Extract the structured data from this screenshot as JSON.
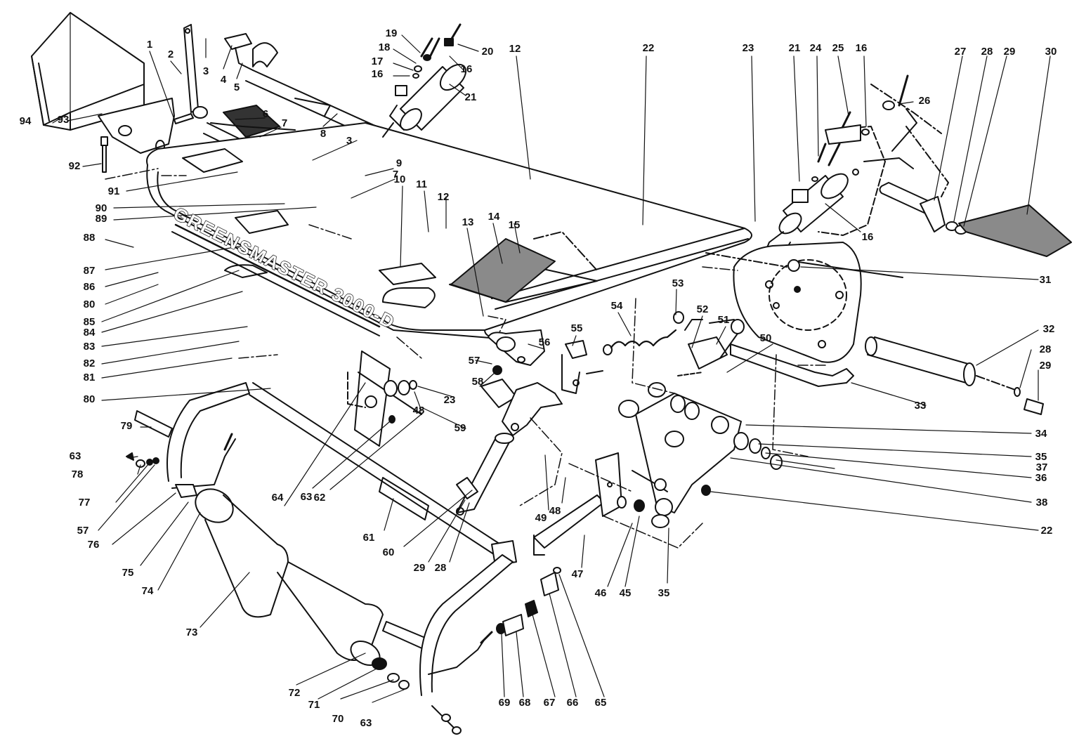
{
  "diagram": {
    "wordmark": "GREENSMASTER 3000-D",
    "colors": {
      "ink": "#111111",
      "paper": "#ffffff",
      "texture": "#8a8a8a"
    },
    "callouts": [
      "1",
      "2",
      "3",
      "4",
      "5",
      "6",
      "7",
      "8",
      "19",
      "18",
      "17",
      "16",
      "21",
      "20",
      "16",
      "12",
      "22",
      "23",
      "21",
      "24",
      "25",
      "16",
      "27",
      "28",
      "29",
      "30",
      "26",
      "16",
      "94",
      "93",
      "92",
      "91",
      "90",
      "89",
      "88",
      "87",
      "86",
      "80",
      "85",
      "84",
      "83",
      "82",
      "81",
      "80",
      "3",
      "9",
      "7",
      "10",
      "11",
      "12",
      "13",
      "14",
      "15",
      "31",
      "53",
      "54",
      "52",
      "51",
      "50",
      "56",
      "55",
      "57",
      "58",
      "23",
      "48",
      "59",
      "32",
      "28",
      "29",
      "33",
      "79",
      "63",
      "78",
      "77",
      "57",
      "76",
      "75",
      "74",
      "73",
      "64",
      "63",
      "62",
      "61",
      "60",
      "29",
      "28",
      "49",
      "48",
      "47",
      "46",
      "45",
      "35",
      "34",
      "35",
      "36",
      "37",
      "38",
      "22",
      "72",
      "71",
      "70",
      "63",
      "69",
      "68",
      "67",
      "66",
      "65"
    ]
  }
}
